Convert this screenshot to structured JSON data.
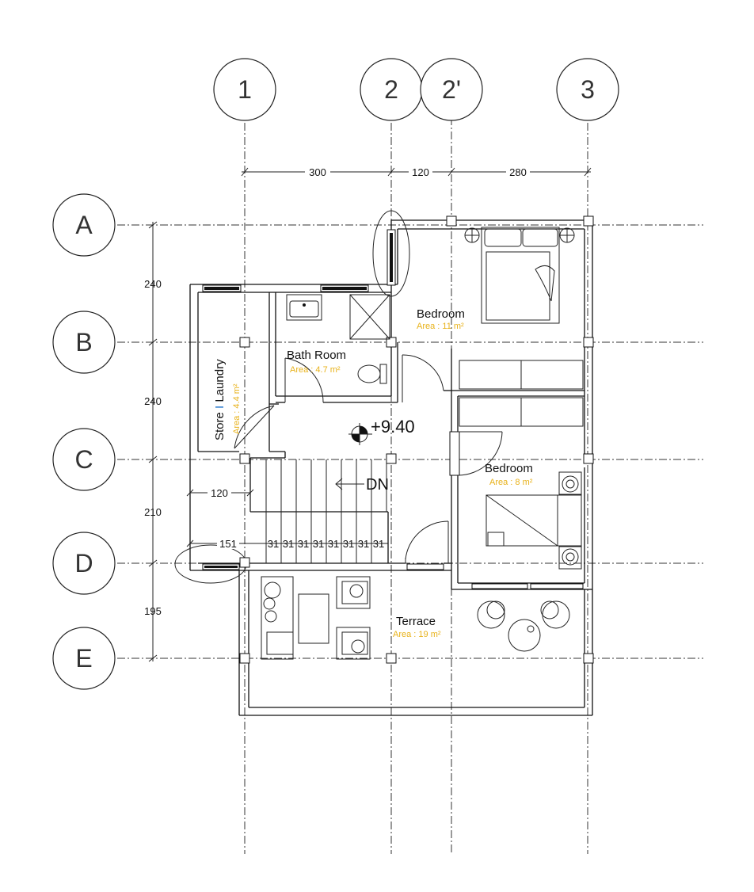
{
  "grid_axes": {
    "columns": [
      "1",
      "2",
      "2'",
      "3"
    ],
    "rows": [
      "A",
      "B",
      "C",
      "D",
      "E"
    ]
  },
  "dimensions": {
    "horizontal": [
      "300",
      "120",
      "280"
    ],
    "vertical": [
      "240",
      "240",
      "210",
      "195"
    ],
    "stair_width": "120",
    "stair_start": "151",
    "stair_treads": [
      "31",
      "31",
      "31",
      "31",
      "31",
      "31",
      "31",
      "31"
    ]
  },
  "rooms": {
    "bedroom_1": {
      "name": "Bedroom",
      "area": "Area : 11 m²"
    },
    "bath": {
      "name": "Bath Room",
      "area": "Area : 4.7 m²"
    },
    "store": {
      "name_a": "Store",
      "separator": "I",
      "name_b": "Laundry",
      "area": "Area : 4.4 m²"
    },
    "bedroom_2": {
      "name": "Bedroom",
      "area": "Area : 8 m²"
    },
    "terrace": {
      "name": "Terrace",
      "area": "Area : 19 m²"
    }
  },
  "level": {
    "value": "+9.40"
  },
  "stair": {
    "direction": "DN"
  },
  "colors": {
    "area_text": "#e8b21a",
    "separator": "#1a6fc9",
    "lines": "#111111"
  }
}
